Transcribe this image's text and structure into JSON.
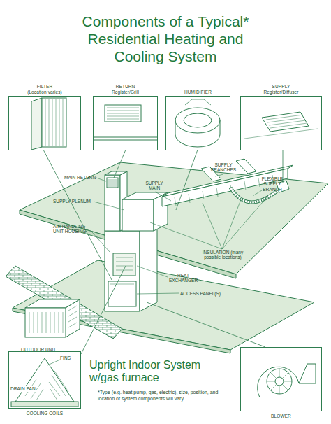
{
  "diagram": {
    "title": "Components of a Typical* Residential Heating and Cooling System",
    "caption": "*Type (e.g. heat pump, gas, electric), size, position, and location of system components will vary",
    "nodes": [
      {
        "text": [
          "FILTER",
          "(Location varies)"
        ]
      },
      {
        "text": [
          "RETURN",
          "Register/Grill"
        ]
      },
      {
        "text": [
          "HUMIDIFIER"
        ]
      },
      {
        "text": [
          "SUPPLY",
          "Register/Diffuser"
        ]
      },
      {
        "text": [
          "FINS",
          "DRAIN PAN",
          "COOLING COILS"
        ]
      },
      {
        "text": [
          "BLOWER"
        ]
      }
    ],
    "labels": [
      "MAIN RETURN",
      "SUPPLY PLENUM",
      "SUPPLY MAIN",
      "SUPPLY BRANCHES",
      "FLEXIBLE SUPPLY BRANCH",
      "AIR HANDLING UNIT HOUSING",
      "INSULATION (many possible locations)",
      "HEAT EXCHANGER",
      "ACCESS PANEL(S)",
      "OUTDOOR UNIT",
      "Upright Indoor System w/gas furnace"
    ]
  }
}
